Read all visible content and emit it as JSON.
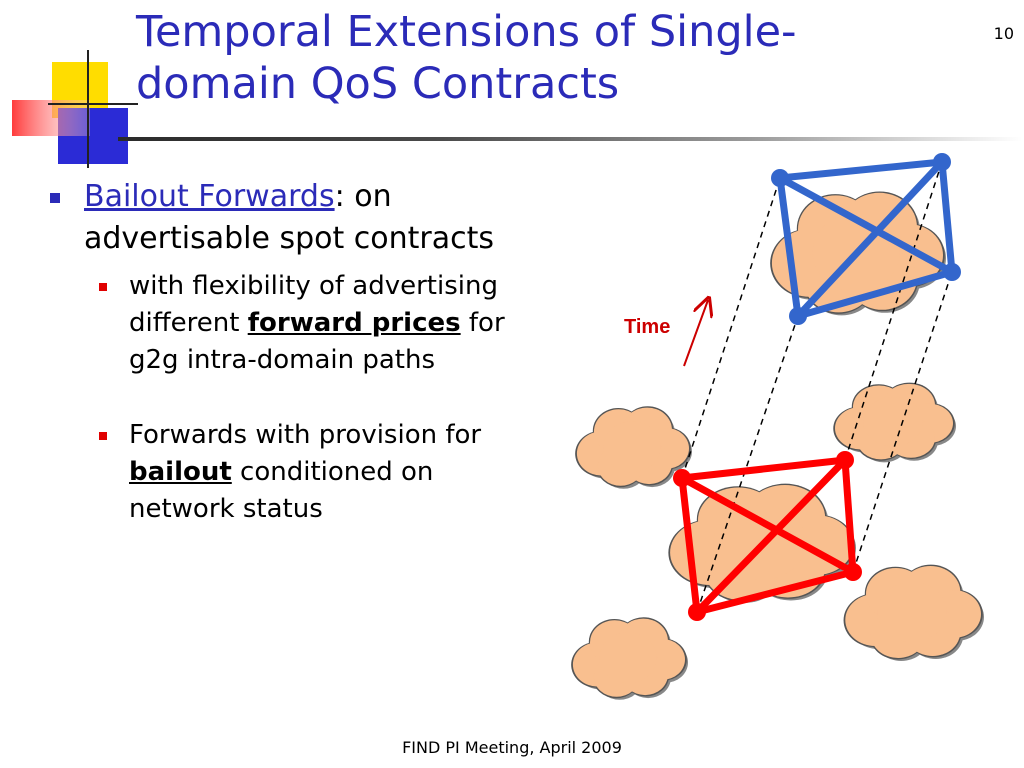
{
  "slide_number": "10",
  "title": "Temporal Extensions of Single-domain QoS Contracts",
  "bullet": {
    "link_text": "Bailout Forwards",
    "rest_text": ": on advertisable spot contracts",
    "subs": [
      {
        "pre": "with flexibility of advertising different ",
        "strong": "forward prices",
        "post": " for g2g intra-domain paths"
      },
      {
        "pre": "Forwards with provision for ",
        "strong": "bailout",
        "post": " conditioned on network status"
      }
    ]
  },
  "diagram": {
    "time_label": "Time",
    "colors": {
      "cloud_fill": "#f9bf8f",
      "future_links": "#3366cc",
      "current_links": "#ff0000"
    }
  },
  "footer": "FIND PI Meeting, April 2009"
}
